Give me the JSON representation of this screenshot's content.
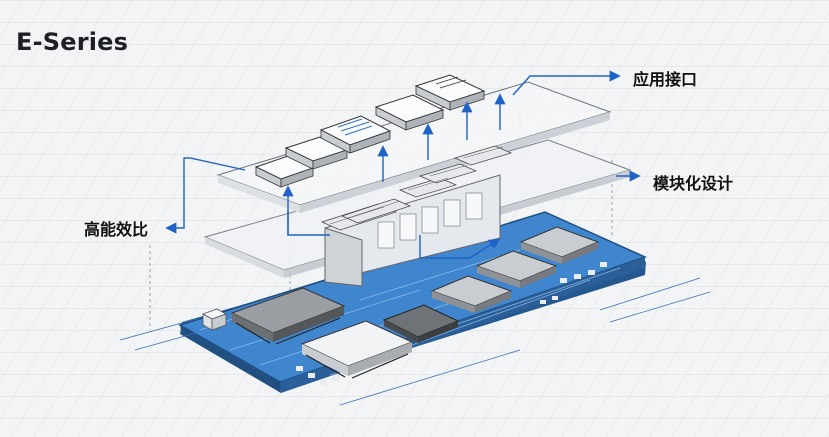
{
  "title": "E-Series",
  "labels": {
    "app_interface": "应用接口",
    "modular_design": "模块化设计",
    "high_efficiency": "高能效比"
  },
  "colors": {
    "pcb": "#3f86cf",
    "pcb_dark": "#25588f",
    "accent": "#1f63c9",
    "layer": "#eef1f4",
    "chip": "#c9ccd0"
  }
}
